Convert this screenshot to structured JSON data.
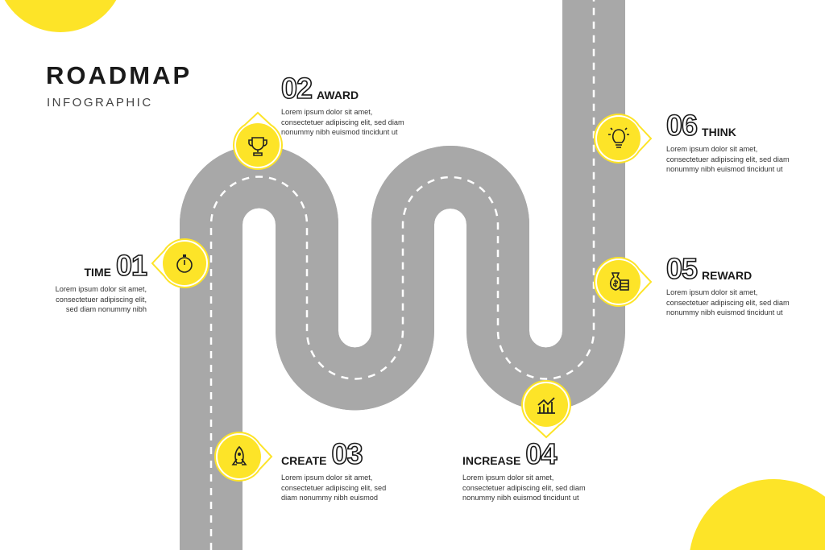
{
  "header": {
    "title": "ROADMAP",
    "subtitle": "INFOGRAPHIC"
  },
  "colors": {
    "accent": "#FDE428",
    "road": "#222222",
    "road_edge": "#A8A8A8"
  },
  "steps": [
    {
      "number": "01",
      "label": "TIME",
      "text": [
        "Lorem ipsum dolor sit amet,",
        "consectetuer adipiscing elit,",
        "sed diam nonummy nibh"
      ],
      "icon": "stopwatch-icon"
    },
    {
      "number": "02",
      "label": "AWARD",
      "text": [
        "Lorem ipsum dolor sit amet,",
        "consectetuer adipiscing elit, sed diam",
        "nonummy nibh euismod tincidunt ut"
      ],
      "icon": "trophy-icon"
    },
    {
      "number": "03",
      "label": "CREATE",
      "text": [
        "Lorem ipsum dolor sit amet,",
        "consectetuer adipiscing elit, sed",
        "diam nonummy nibh euismod"
      ],
      "icon": "rocket-icon"
    },
    {
      "number": "04",
      "label": "INCREASE",
      "text": [
        "Lorem ipsum dolor sit amet,",
        "consectetuer adipiscing elit, sed diam",
        "nonummy nibh euismod tincidunt ut"
      ],
      "icon": "growth-chart-icon"
    },
    {
      "number": "05",
      "label": "REWARD",
      "text": [
        "Lorem ipsum dolor sit amet,",
        "consectetuer adipiscing elit, sed diam",
        "nonummy nibh euismod tincidunt ut"
      ],
      "icon": "money-bag-icon"
    },
    {
      "number": "06",
      "label": "THINK",
      "text": [
        "Lorem ipsum dolor sit amet,",
        "consectetuer adipiscing elit, sed diam",
        "nonummy nibh euismod tincidunt ut"
      ],
      "icon": "lightbulb-icon"
    }
  ]
}
